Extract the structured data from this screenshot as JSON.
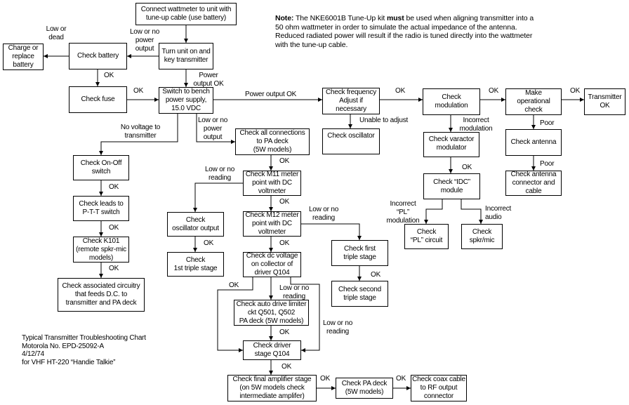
{
  "note": {
    "prefix": "Note:",
    "part1": " The NKE6001B Tune-Up kit ",
    "emphasis": "must",
    "part2": " be used when aligning transmitter into a 50 ohm wattmeter in order to simulate the actual impedance of the antenna. Reduced radiated power will result if the radio is tuned directly into the wattmeter with the tune-up cable."
  },
  "footer": {
    "lines": "Typical Transmitter Troubleshooting Chart\nMotorola No. EPD-25092-A\n4/12/74\nfor VHF HT-220 “Handie Talkie”"
  },
  "nodes": {
    "connect_wattmeter": "Connect wattmeter to unit with\ntune-up cable (use battery)",
    "turn_unit_on": "Turn unit on and\nkey transmitter",
    "check_battery": "Check battery",
    "charge_battery": "Charge or\nreplace\nbattery",
    "check_fuse": "Check fuse",
    "switch_bench": "Switch to bench\npower supply,\n15.0 VDC",
    "check_frequency": "Check frequency\nAdjust if\nnecessary",
    "check_oscillator": "Check oscillator",
    "check_modulation": "Check\nmodulation",
    "make_operational": "Make\noperational\ncheck",
    "transmitter_ok": "Transmitter\nOK",
    "check_varactor": "Check varactor\nmodulator",
    "check_antenna": "Check antenna",
    "check_antenna_connector": "Check antenna\nconnector and\ncable",
    "check_idc": "Check “IDC”\nmodule",
    "check_pl_circuit": "Check\n“PL” circuit",
    "check_spkr_mic": "Check\nspkr/mic",
    "check_connections_pa": "Check all connections\nto PA deck\n(5W models)",
    "check_m11": "Check M11 meter\npoint with DC\nvoltmeter",
    "check_m12": "Check M12 meter\npoint with DC\nvoltmeter",
    "check_osc_output": "Check\noscillator output",
    "check_1st_triple": "Check\n1st triple stage",
    "check_first_triple": "Check first\ntriple stage",
    "check_second_triple": "Check second\ntriple stage",
    "check_dc_collector": "Check dc voltage\non collector of\ndriver Q104",
    "check_auto_drive": "Check auto drive limiter\nckt Q501, Q502\nPA deck (5W models)",
    "check_driver": "Check driver\nstage Q104",
    "check_final_amp": "Check final amplifier stage\n(on 5W models check\nintermediate amplifer)",
    "check_pa_deck": "Check PA deck\n(5W models)",
    "check_coax": "Check coax cable\nto RF output\nconnector",
    "check_onoff": "Check On-Off\nswitch",
    "check_leads_ptt": "Check leads to\nP-T-T switch",
    "check_k101": "Check K101\n(remote spkr-mic\nmodels)",
    "check_assoc_circuitry": "Check associated circuitry\nthat feeds D.C. to\ntransmitter and PA deck"
  },
  "edge_labels": {
    "low_or_dead": "Low or\ndead",
    "low_no_power_output_1": "Low or no\npower\noutput",
    "ok_battery": "OK",
    "power_output_ok_1": "Power\noutput OK",
    "ok_fuse": "OK",
    "power_output_ok_2": "Power output OK",
    "ok_frequency": "OK",
    "unable_to_adjust": "Unable to adjust",
    "ok_modulation": "OK",
    "ok_operational": "OK",
    "incorrect_modulation": "Incorrect\nmodulation",
    "poor_1": "Poor",
    "poor_2": "Poor",
    "ok_varactor": "OK",
    "incorrect_pl_modulation": "Incorrect\n“PL”\nmodulation",
    "incorrect_audio": "Incorrect\naudio",
    "no_voltage": "No voltage to\ntransmitter",
    "low_no_power_output_2": "Low or no\npower\noutput",
    "ok_connections": "OK",
    "low_no_reading_m11": "Low or no\nreading",
    "ok_m11": "OK",
    "low_no_reading_m12": "Low or no\nreading",
    "ok_osc_output": "OK",
    "ok_m12": "OK",
    "ok_first_triple": "OK",
    "ok_dc_bypass": "OK",
    "low_no_reading_dc": "Low or no\nreading",
    "low_no_reading_driver": "Low or no\nreading",
    "ok_auto_drive": "OK",
    "ok_driver": "OK",
    "ok_final_amp": "OK",
    "ok_pa_deck": "OK",
    "ok_onoff": "OK",
    "ok_leads": "OK",
    "ok_k101": "OK"
  }
}
